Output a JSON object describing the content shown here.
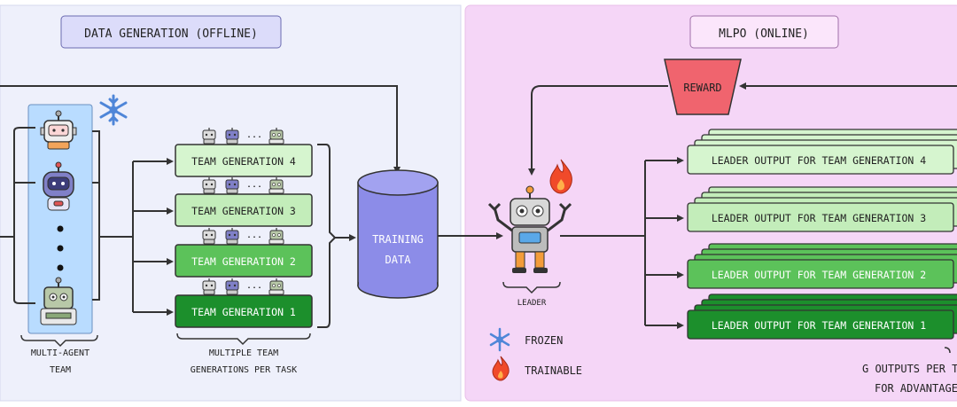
{
  "left_section": {
    "title": "DATA GENERATION (OFFLINE)",
    "multi_agent_label": [
      "MULTI-AGENT",
      "TEAM"
    ],
    "multiple_label": [
      "MULTIPLE TEAM",
      "GENERATIONS PER TASK"
    ],
    "team_generations": [
      "TEAM GENERATION 4",
      "TEAM GENERATION 3",
      "TEAM GENERATION 2",
      "TEAM GENERATION 1"
    ],
    "ellipsis": "...",
    "training_data": [
      "TRAINING",
      "DATA"
    ]
  },
  "right_section": {
    "title": "MLPO (ONLINE)",
    "reward": "REWARD",
    "leader_label": "LEADER",
    "leader_outputs": [
      "LEADER OUTPUT FOR TEAM GENERATION 4",
      "LEADER OUTPUT FOR TEAM GENERATION 3",
      "LEADER OUTPUT FOR TEAM GENERATION 2",
      "LEADER OUTPUT FOR TEAM GENERATION 1"
    ],
    "legend": {
      "frozen": "FROZEN",
      "trainable": "TRAINABLE"
    },
    "g_outputs": [
      "G OUTPUTS PER T",
      "FOR ADVANTAGE"
    ]
  },
  "colors": {
    "left_bg": "#eef0fb",
    "right_bg": "#f5d6f7",
    "title_box": "#dcdcfa",
    "team_box": "#b9dcff",
    "gen4": "#d6f5cf",
    "gen3": "#c3edba",
    "gen2": "#5cc25a",
    "gen1": "#1c8f2c",
    "cylinder": "#8c8ce8",
    "reward": "#f0646e",
    "snowflake": "#4f86d8",
    "flame": "#f04a2a"
  }
}
